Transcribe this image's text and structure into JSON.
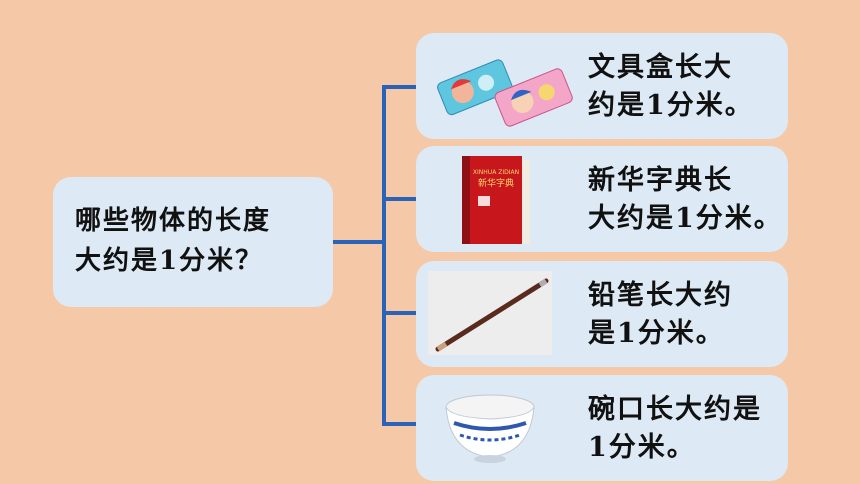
{
  "question": {
    "text": "哪些物体的长度\n大约是1分米？"
  },
  "items": [
    {
      "label": "文具盒长大\n约是1分米。",
      "icon": "pencil-case-icon"
    },
    {
      "label": "新华字典长\n大约是1分米。",
      "icon": "dictionary-icon",
      "book_title": "新华字典",
      "book_pinyin": "XINHUA ZIDIAN"
    },
    {
      "label": "铅笔长大约\n是1分米。",
      "icon": "pencil-icon"
    },
    {
      "label": "碗口长大约是\n1分米。",
      "icon": "bowl-icon"
    }
  ],
  "colors": {
    "background": "#F5C9A8",
    "box": "#DDE9F4",
    "connector": "#2A63B8"
  }
}
